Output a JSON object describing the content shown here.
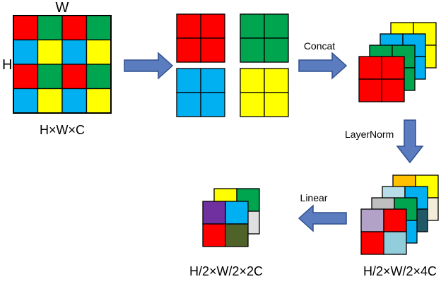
{
  "colors": {
    "red": "#ff0000",
    "green": "#00a550",
    "blue": "#00b0f0",
    "yellow": "#ffff00",
    "purple": "#7030a0",
    "olive": "#4f6228",
    "lightgray": "#e0e0e0",
    "orange": "#ffc000",
    "cream": "#f2edd8",
    "teal": "#215868",
    "lavender": "#b3a2c7",
    "lightblue": "#92cddc",
    "silver": "#bfbfbf",
    "paleblue": "#b7dde8",
    "arrow_fill": "#5b7dbf",
    "arrow_stroke": "#2f4f8f"
  },
  "input_grid": {
    "width_label": "W",
    "height_label": "H",
    "caption": "H×W×C",
    "cells": [
      [
        "red",
        "green",
        "red",
        "green"
      ],
      [
        "blue",
        "yellow",
        "blue",
        "yellow"
      ],
      [
        "red",
        "green",
        "red",
        "green"
      ],
      [
        "blue",
        "yellow",
        "blue",
        "yellow"
      ]
    ]
  },
  "split_patches": [
    "red",
    "green",
    "blue",
    "yellow"
  ],
  "concat_stack": {
    "layers_back_to_front": [
      "yellow",
      "blue",
      "green",
      "red"
    ]
  },
  "norm_stack": {
    "caption": "H/2×W/2×4C",
    "layers_back_to_front": [
      [
        "orange",
        "yellow",
        "cream",
        "cream"
      ],
      [
        "paleblue",
        "blue",
        "silver",
        "teal"
      ],
      [
        "silver",
        "green",
        "lightgray",
        "blue"
      ],
      [
        "lavender",
        "red",
        "red",
        "lightblue"
      ]
    ]
  },
  "output_stack": {
    "caption": "H/2×W/2×2C",
    "layers_back_to_front": [
      [
        "yellow",
        "green",
        "lightgray",
        "lightgray"
      ],
      [
        "purple",
        "blue",
        "red",
        "olive"
      ]
    ]
  },
  "steps": {
    "concat": "Concat",
    "layernorm": "LayerNorm",
    "linear": "Linear"
  }
}
